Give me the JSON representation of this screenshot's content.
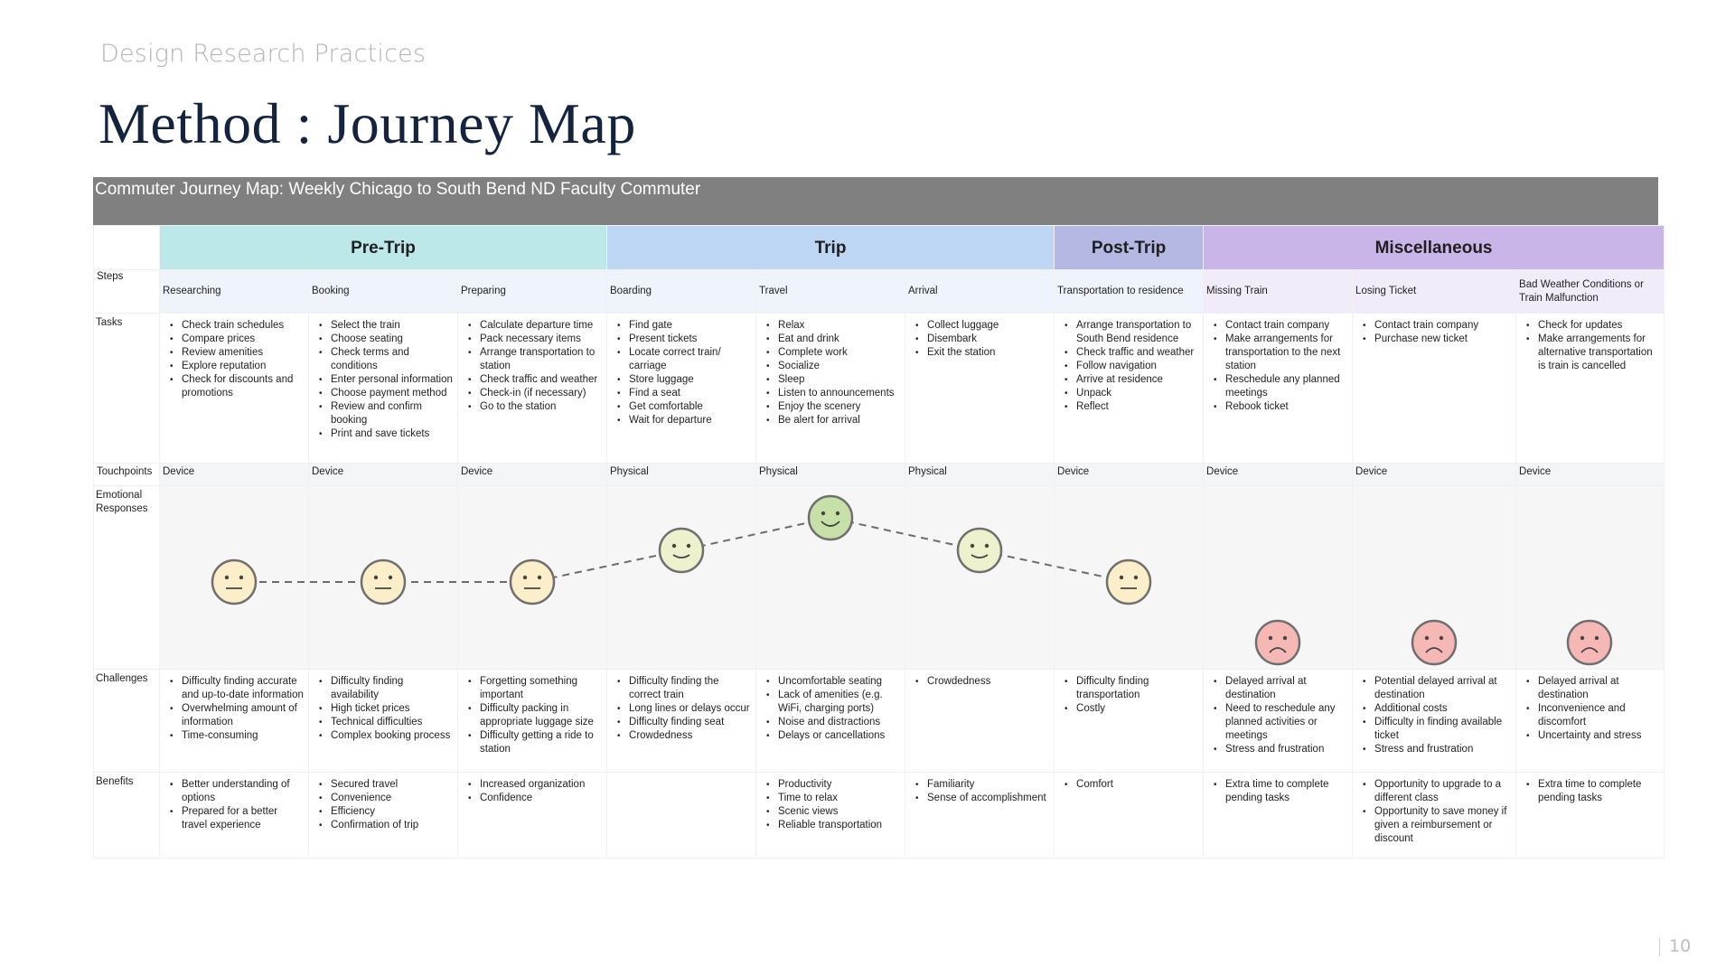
{
  "kicker": "Design Research Practices",
  "title": "Method : Journey Map",
  "page_number": "10",
  "map_title": "Commuter Journey Map: Weekly Chicago to South Bend ND Faculty Commuter",
  "row_labels": {
    "steps": "Steps",
    "tasks": "Tasks",
    "touchpoints": "Touchpoints",
    "emotions": "Emotional Responses",
    "challenges": "Challenges",
    "benefits": "Benefits"
  },
  "phases": [
    {
      "label": "Pre-Trip",
      "color": "#bde8ea"
    },
    {
      "label": "Trip",
      "color": "#bcd6f4"
    },
    {
      "label": "Post-Trip",
      "color": "#b4b8e2"
    },
    {
      "label": "Miscellaneous",
      "color": "#c9b5e8"
    }
  ],
  "steps": [
    {
      "name": "Researching",
      "tasks": [
        "Check train schedules",
        "Compare prices",
        "Review amenities",
        "Explore reputation",
        "Check for discounts and promotions"
      ],
      "touchpoint": "Device",
      "emotion": "neutral",
      "challenges": [
        "Difficulty finding accurate and up-to-date information",
        "Overwhelming amount of information",
        "Time-consuming"
      ],
      "benefits": [
        "Better understanding of options",
        "Prepared for a better travel experience"
      ]
    },
    {
      "name": "Booking",
      "tasks": [
        "Select the train",
        "Choose seating",
        "Check terms and conditions",
        "Enter personal information",
        "Choose payment method",
        "Review and confirm booking",
        "Print and save tickets"
      ],
      "touchpoint": "Device",
      "emotion": "neutral",
      "challenges": [
        "Difficulty finding availability",
        "High ticket prices",
        "Technical difficulties",
        "Complex booking process"
      ],
      "benefits": [
        "Secured travel",
        "Convenience",
        "Efficiency",
        "Confirmation of trip"
      ]
    },
    {
      "name": "Preparing",
      "tasks": [
        "Calculate departure time",
        "Pack necessary items",
        "Arrange transportation to station",
        "Check traffic and weather",
        "Check-in (if necessary)",
        "Go to the station"
      ],
      "touchpoint": "Device",
      "emotion": "neutral",
      "challenges": [
        "Forgetting something important",
        "Difficulty packing in appropriate luggage size",
        "Difficulty getting a ride to station"
      ],
      "benefits": [
        "Increased organization",
        "Confidence"
      ]
    },
    {
      "name": "Boarding",
      "tasks": [
        "Find gate",
        "Present tickets",
        "Locate correct train/ carriage",
        "Store luggage",
        "Find a seat",
        "Get comfortable",
        "Wait for departure"
      ],
      "touchpoint": "Physical",
      "emotion": "slightly-happy",
      "challenges": [
        "Difficulty finding the correct train",
        "Long lines or delays occur",
        "Difficulty finding seat",
        "Crowdedness"
      ],
      "benefits": []
    },
    {
      "name": "Travel",
      "tasks": [
        "Relax",
        "Eat and drink",
        "Complete work",
        "Socialize",
        "Sleep",
        "Listen to announcements",
        "Enjoy the scenery",
        "Be alert for arrival"
      ],
      "touchpoint": "Physical",
      "emotion": "happy",
      "challenges": [
        "Uncomfortable seating",
        "Lack of amenities (e.g. WiFi, charging ports)",
        "Noise and distractions",
        "Delays or cancellations"
      ],
      "benefits": [
        "Productivity",
        "Time to relax",
        "Scenic views",
        "Reliable transportation"
      ]
    },
    {
      "name": "Arrival",
      "tasks": [
        "Collect luggage",
        "Disembark",
        "Exit the station"
      ],
      "touchpoint": "Physical",
      "emotion": "slightly-happy",
      "challenges": [
        "Crowdedness"
      ],
      "benefits": [
        "Familiarity",
        "Sense of accomplishment"
      ]
    },
    {
      "name": "Transportation to residence",
      "tasks": [
        "Arrange transportation to South Bend residence",
        "Check traffic and weather",
        "Follow navigation",
        "Arrive at residence",
        "Unpack",
        "Reflect"
      ],
      "touchpoint": "Device",
      "emotion": "neutral",
      "challenges": [
        "Difficulty finding transportation",
        "Costly"
      ],
      "benefits": [
        "Comfort"
      ]
    },
    {
      "name": "Missing Train",
      "tasks": [
        "Contact train company",
        "Make arrangements for transportation to the next station",
        "Reschedule any planned meetings",
        "Rebook ticket"
      ],
      "touchpoint": "Device",
      "emotion": "sad",
      "challenges": [
        "Delayed arrival at destination",
        "Need to reschedule any planned activities or meetings",
        "Stress and frustration"
      ],
      "benefits": [
        "Extra time to complete pending tasks"
      ]
    },
    {
      "name": "Losing Ticket",
      "tasks": [
        "Contact train company",
        "Purchase new ticket"
      ],
      "touchpoint": "Device",
      "emotion": "sad",
      "challenges": [
        "Potential delayed arrival at destination",
        "Additional costs",
        "Difficulty in finding available ticket",
        "Stress and frustration"
      ],
      "benefits": [
        "Opportunity to upgrade to a different class",
        "Opportunity to save money if given a reimbursement or discount"
      ]
    },
    {
      "name": "Bad Weather Conditions or Train Malfunction",
      "tasks": [
        "Check for updates",
        "Make arrangements for alternative transportation is train is cancelled"
      ],
      "touchpoint": "Device",
      "emotion": "sad",
      "challenges": [
        "Delayed arrival at destination",
        "Inconvenience and discomfort",
        "Uncertainty and stress"
      ],
      "benefits": [
        "Extra time to complete pending tasks"
      ]
    }
  ],
  "emotion_colors": {
    "neutral": "#fbeec8",
    "slightly-happy": "#eef2cc",
    "happy": "#c6e0a8",
    "sad": "#f5b8b4"
  }
}
